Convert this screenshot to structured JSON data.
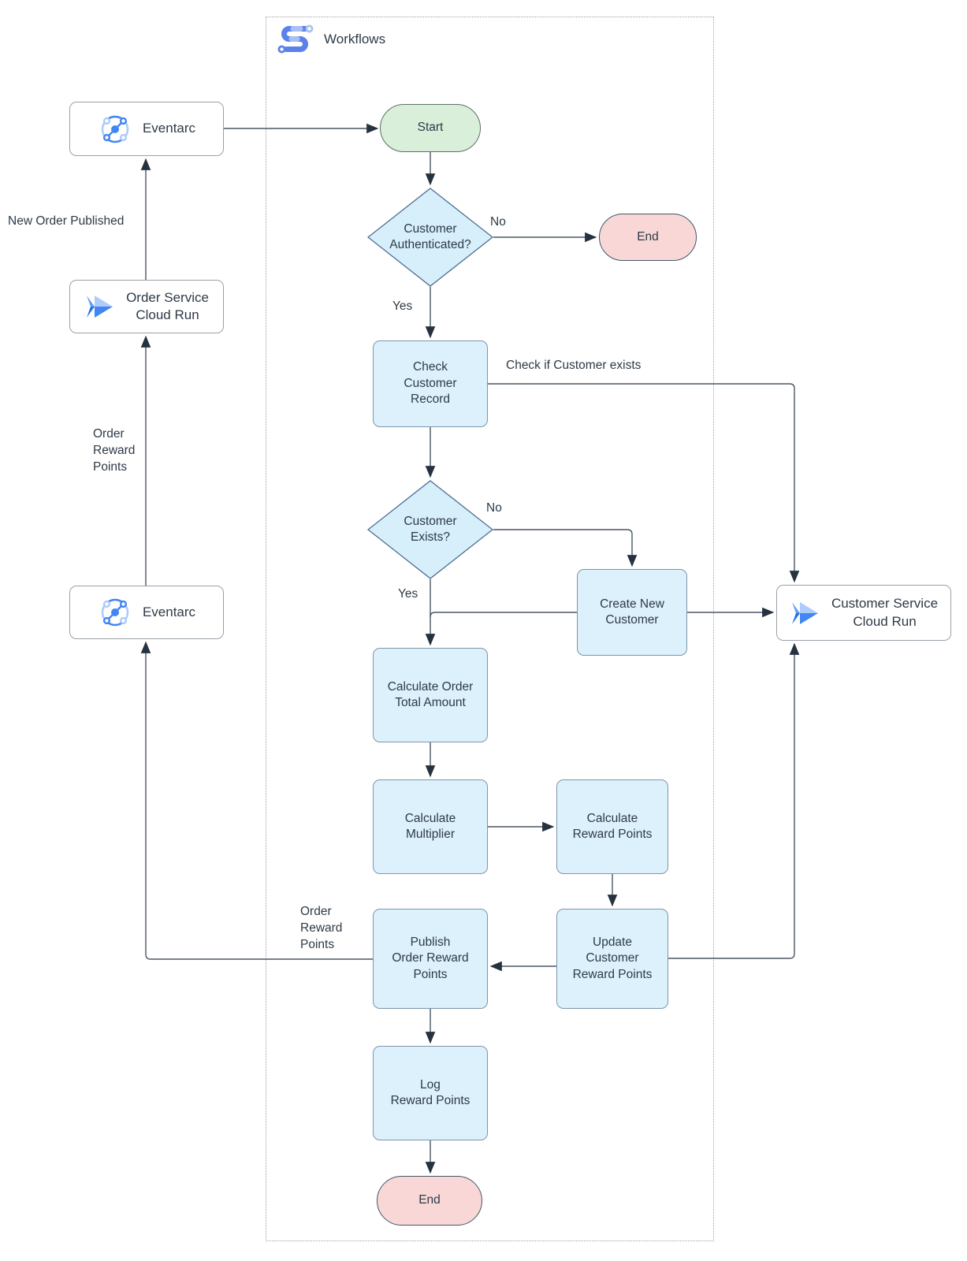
{
  "title": {
    "label": "Workflows"
  },
  "nodes": {
    "eventarc_top": "Eventarc",
    "order_service": [
      "Order Service",
      "Cloud Run"
    ],
    "eventarc_bottom": "Eventarc",
    "customer_service": [
      "Customer Service",
      "Cloud Run"
    ],
    "start": "Start",
    "authenticated": [
      "Customer",
      "Authenticated?"
    ],
    "end_top": "End",
    "check_record": [
      "Check",
      "Customer",
      "Record"
    ],
    "exists": [
      "Customer",
      "Exists?"
    ],
    "create_customer": [
      "Create New",
      "Customer"
    ],
    "calc_total": [
      "Calculate Order",
      "Total Amount"
    ],
    "calc_multiplier": [
      "Calculate",
      "Multiplier"
    ],
    "calc_points": [
      "Calculate",
      "Reward Points"
    ],
    "publish_points": [
      "Publish",
      "Order Reward",
      "Points"
    ],
    "update_points": [
      "Update",
      "Customer",
      "Reward Points"
    ],
    "log_points": [
      "Log",
      "Reward Points"
    ],
    "end_bottom": "End"
  },
  "labels": {
    "new_order_published": "New Order Published",
    "order_reward_points_left": [
      "Order",
      "Reward",
      "Points"
    ],
    "order_reward_points_mid": [
      "Order",
      "Reward",
      "Points"
    ],
    "check_if_customer_exists": "Check if Customer exists",
    "auth_no": "No",
    "auth_yes": "Yes",
    "exists_no": "No",
    "exists_yes": "Yes"
  },
  "colors": {
    "process_fill": "#ddf1fc",
    "process_stroke": "#7e95a9",
    "decision_fill": "#d7eefb",
    "decision_stroke": "#4d6d90",
    "start_fill": "#d9efda",
    "start_stroke": "#5b7164",
    "end_fill": "#f9d7d6",
    "end_stroke": "#42566b",
    "service_fill": "#ffffff",
    "service_stroke": "#99a1aa",
    "edge_color": "#4a5763",
    "arrow_fill": "#26323f",
    "text_color": "#2d3a47",
    "container_border": "#9aa0a6",
    "icon_blue": "#4285f4",
    "icon_blue_light": "#aecbfa",
    "icon_blue_mid": "#669df6",
    "icon_blue_dark": "#1a73e8",
    "workflows_blue": "#5c81e8",
    "workflows_blue_light": "#a9c0f4"
  }
}
